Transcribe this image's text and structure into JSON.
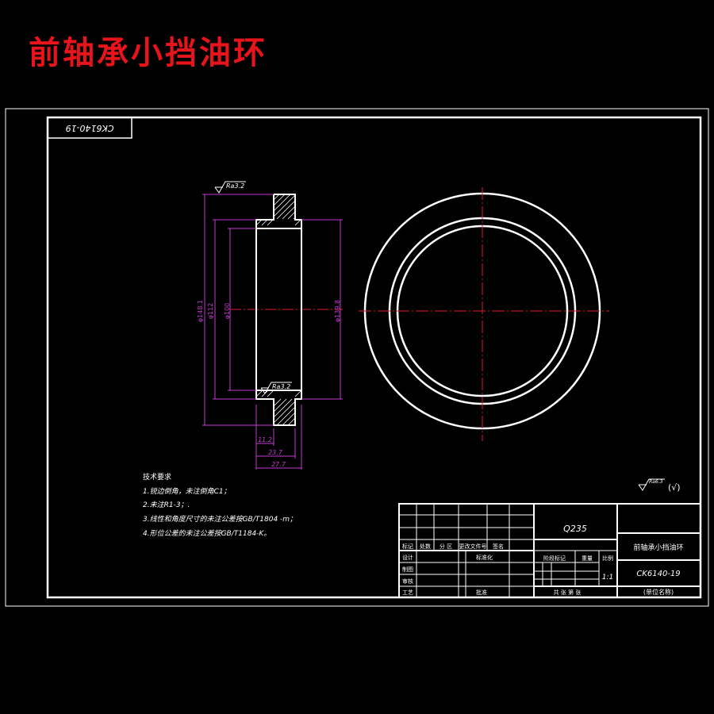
{
  "title": "前轴承小挡油环",
  "drawing_code": "CK6140-19",
  "roughness": {
    "top": "Ra3.2",
    "bottom": "Ra3.2",
    "general": "Ra6.3",
    "others": "(√)"
  },
  "dimensions": {
    "d1": "φ148.1",
    "d2": "φ112",
    "d3": "φ100",
    "d4": "φ139.8",
    "w1": "11.2",
    "w2": "23.7",
    "w3": "27.7"
  },
  "tech_req": {
    "heading": "技术要求",
    "items": [
      "1.锐边倒角，未注倒角C1；",
      "2.未注R1-3；.",
      "3.线性和角度尺寸的未注公差按GB/T1804 -m；",
      "4.形位公差的未注公差按GB/T1184-K。"
    ]
  },
  "title_block": {
    "material": "Q235",
    "part_name": "前轴承小挡油环",
    "drawing_no": "CK6140-19",
    "scale": "1:1",
    "col_headers": [
      "标记",
      "处数",
      "分 区",
      "更改文件号",
      "签名"
    ],
    "row_labels": [
      "设计",
      "制图",
      "审核",
      "工艺"
    ],
    "std_label": "标准化",
    "approve_label": "批准",
    "stage_label": "阶段标记",
    "weight_label": "重量",
    "scale_label": "比例",
    "sheets_label": "共  张 第  张",
    "unit_label": "(单位名称)"
  }
}
